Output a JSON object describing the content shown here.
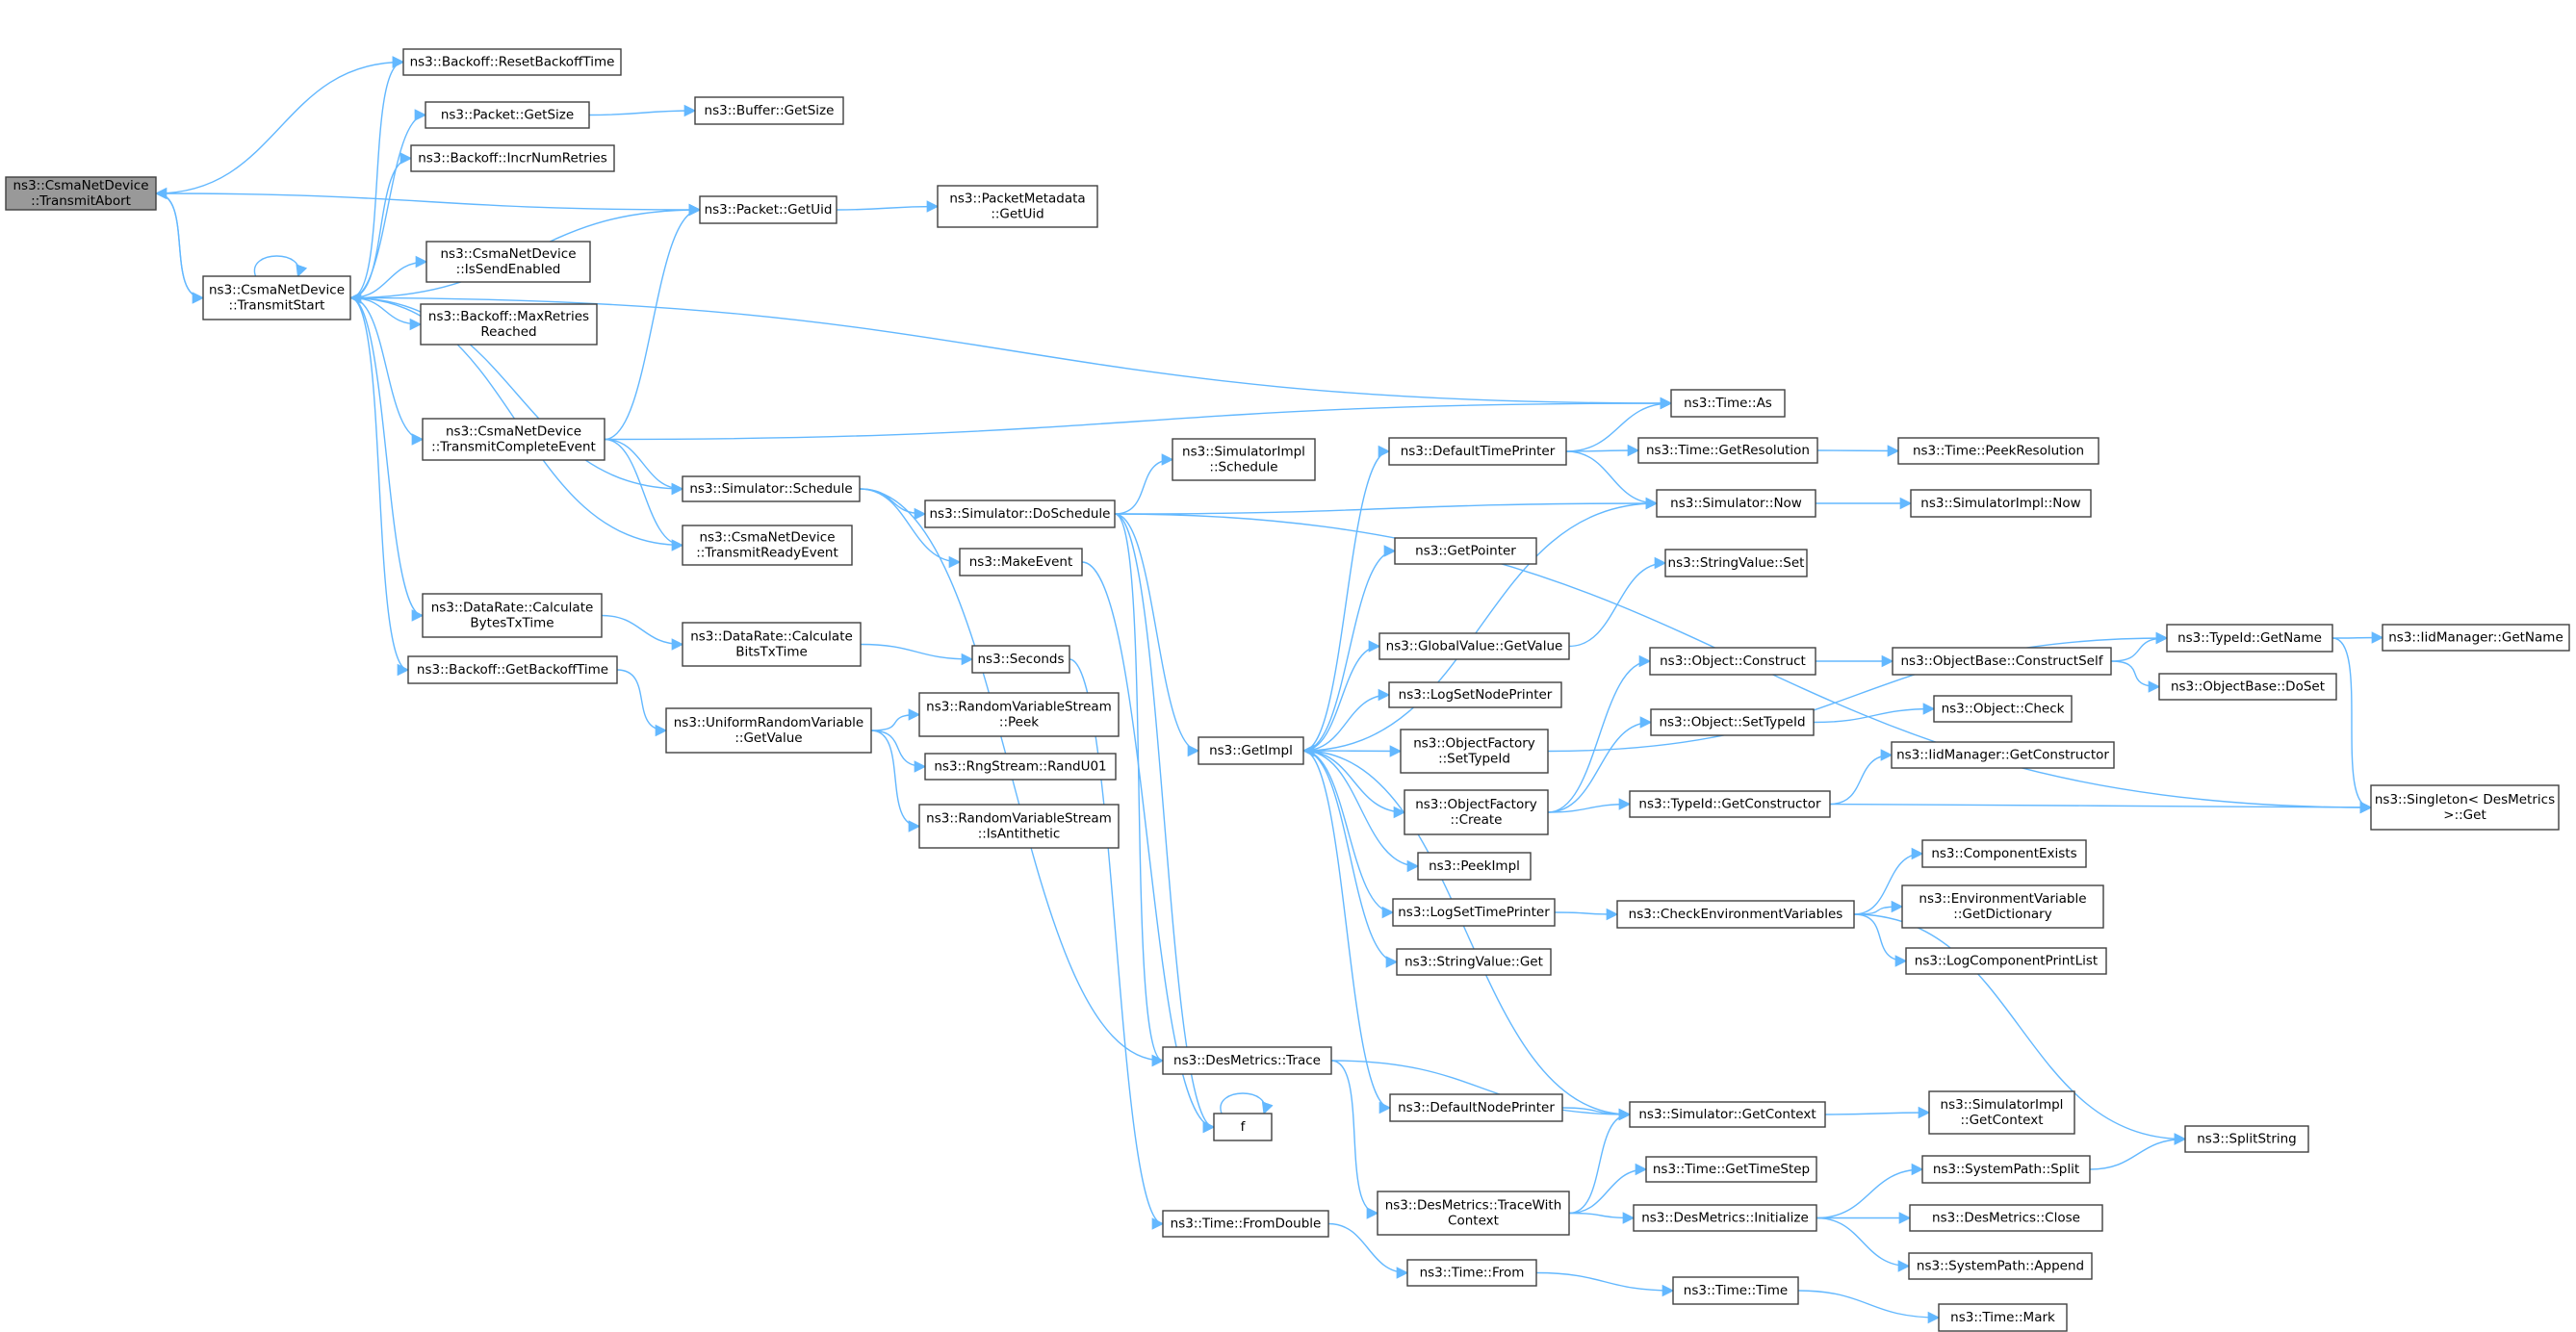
{
  "colors": {
    "edge": "#63b8ff",
    "node_fill": "#ffffff",
    "root_fill": "#999999",
    "border_default": "#404040",
    "border_red": "#ff0000"
  },
  "nodes": [
    {
      "id": "n_root",
      "lines": [
        "ns3::CsmaNetDevice",
        "::TransmitAbort"
      ],
      "style": "root"
    },
    {
      "id": "n_tstart",
      "lines": [
        "ns3::CsmaNetDevice",
        "::TransmitStart"
      ],
      "style": "normal"
    },
    {
      "id": "n_reset",
      "lines": [
        "ns3::Backoff::ResetBackoffTime"
      ],
      "style": "normal"
    },
    {
      "id": "n_psize",
      "lines": [
        "ns3::Packet::GetSize"
      ],
      "style": "normal"
    },
    {
      "id": "n_bsize",
      "lines": [
        "ns3::Buffer::GetSize"
      ],
      "style": "normal"
    },
    {
      "id": "n_incr",
      "lines": [
        "ns3::Backoff::IncrNumRetries"
      ],
      "style": "normal"
    },
    {
      "id": "n_puid",
      "lines": [
        "ns3::Packet::GetUid"
      ],
      "style": "normal"
    },
    {
      "id": "n_pmuid",
      "lines": [
        "ns3::PacketMetadata",
        "::GetUid"
      ],
      "style": "normal"
    },
    {
      "id": "n_issend",
      "lines": [
        "ns3::CsmaNetDevice",
        "::IsSendEnabled"
      ],
      "style": "normal"
    },
    {
      "id": "n_maxret",
      "lines": [
        "ns3::Backoff::MaxRetries",
        "Reached"
      ],
      "style": "normal"
    },
    {
      "id": "n_tce",
      "lines": [
        "ns3::CsmaNetDevice",
        "::TransmitCompleteEvent"
      ],
      "style": "normal"
    },
    {
      "id": "n_timeas",
      "lines": [
        "ns3::Time::As"
      ],
      "style": "normal"
    },
    {
      "id": "n_schedule",
      "lines": [
        "ns3::Simulator::Schedule"
      ],
      "style": "normal"
    },
    {
      "id": "n_tre",
      "lines": [
        "ns3::CsmaNetDevice",
        "::TransmitReadyEvent"
      ],
      "style": "normal"
    },
    {
      "id": "n_dosched",
      "lines": [
        "ns3::Simulator::DoSchedule"
      ],
      "style": "normal"
    },
    {
      "id": "n_simimplsched",
      "lines": [
        "ns3::SimulatorImpl",
        "::Schedule"
      ],
      "style": "normal"
    },
    {
      "id": "n_mkevent",
      "lines": [
        "ns3::MakeEvent"
      ],
      "style": "normal"
    },
    {
      "id": "n_drbytes",
      "lines": [
        "ns3::DataRate::Calculate",
        "BytesTxTime"
      ],
      "style": "normal"
    },
    {
      "id": "n_drbits",
      "lines": [
        "ns3::DataRate::Calculate",
        "BitsTxTime"
      ],
      "style": "normal"
    },
    {
      "id": "n_seconds",
      "lines": [
        "ns3::Seconds"
      ],
      "style": "normal"
    },
    {
      "id": "n_getbackoff",
      "lines": [
        "ns3::Backoff::GetBackoffTime"
      ],
      "style": "normal"
    },
    {
      "id": "n_urvget",
      "lines": [
        "ns3::UniformRandomVariable",
        "::GetValue"
      ],
      "style": "normal"
    },
    {
      "id": "n_rvspeek",
      "lines": [
        "ns3::RandomVariableStream",
        "::Peek"
      ],
      "style": "normal"
    },
    {
      "id": "n_randu01",
      "lines": [
        "ns3::RngStream::RandU01"
      ],
      "style": "normal"
    },
    {
      "id": "n_rvsanti",
      "lines": [
        "ns3::RandomVariableStream",
        "::IsAntithetic"
      ],
      "style": "normal"
    },
    {
      "id": "n_getimpl",
      "lines": [
        "ns3::GetImpl"
      ],
      "style": "normal"
    },
    {
      "id": "n_dtp",
      "lines": [
        "ns3::DefaultTimePrinter"
      ],
      "style": "normal"
    },
    {
      "id": "n_getres",
      "lines": [
        "ns3::Time::GetResolution"
      ],
      "style": "normal"
    },
    {
      "id": "n_peekres",
      "lines": [
        "ns3::Time::PeekResolution"
      ],
      "style": "red"
    },
    {
      "id": "n_simnow",
      "lines": [
        "ns3::Simulator::Now"
      ],
      "style": "normal"
    },
    {
      "id": "n_simimplnow",
      "lines": [
        "ns3::SimulatorImpl::Now"
      ],
      "style": "normal"
    },
    {
      "id": "n_getptr",
      "lines": [
        "ns3::GetPointer"
      ],
      "style": "normal"
    },
    {
      "id": "n_svset",
      "lines": [
        "ns3::StringValue::Set"
      ],
      "style": "normal"
    },
    {
      "id": "n_gvget",
      "lines": [
        "ns3::GlobalValue::GetValue"
      ],
      "style": "normal"
    },
    {
      "id": "n_lsnp",
      "lines": [
        "ns3::LogSetNodePrinter"
      ],
      "style": "normal"
    },
    {
      "id": "n_ofsettid",
      "lines": [
        "ns3::ObjectFactory",
        "::SetTypeId"
      ],
      "style": "normal"
    },
    {
      "id": "n_ofcreate",
      "lines": [
        "ns3::ObjectFactory",
        "::Create"
      ],
      "style": "normal"
    },
    {
      "id": "n_peekimpl",
      "lines": [
        "ns3::PeekImpl"
      ],
      "style": "normal"
    },
    {
      "id": "n_lstp",
      "lines": [
        "ns3::LogSetTimePrinter"
      ],
      "style": "normal"
    },
    {
      "id": "n_svget",
      "lines": [
        "ns3::StringValue::Get"
      ],
      "style": "normal"
    },
    {
      "id": "n_objcons",
      "lines": [
        "ns3::Object::Construct"
      ],
      "style": "normal"
    },
    {
      "id": "n_obconsself",
      "lines": [
        "ns3::ObjectBase::ConstructSelf"
      ],
      "style": "red"
    },
    {
      "id": "n_obdoset",
      "lines": [
        "ns3::ObjectBase::DoSet"
      ],
      "style": "normal"
    },
    {
      "id": "n_tidname",
      "lines": [
        "ns3::TypeId::GetName"
      ],
      "style": "normal"
    },
    {
      "id": "n_iidname",
      "lines": [
        "ns3::IidManager::GetName"
      ],
      "style": "red"
    },
    {
      "id": "n_objsettid",
      "lines": [
        "ns3::Object::SetTypeId"
      ],
      "style": "normal"
    },
    {
      "id": "n_objcheck",
      "lines": [
        "ns3::Object::Check"
      ],
      "style": "red"
    },
    {
      "id": "n_tidgetcons",
      "lines": [
        "ns3::TypeId::GetConstructor"
      ],
      "style": "normal"
    },
    {
      "id": "n_iidgetcons",
      "lines": [
        "ns3::IidManager::GetConstructor"
      ],
      "style": "red"
    },
    {
      "id": "n_singleton",
      "lines": [
        "ns3::Singleton< DesMetrics",
        ">::Get"
      ],
      "style": "normal"
    },
    {
      "id": "n_checkenv",
      "lines": [
        "ns3::CheckEnvironmentVariables"
      ],
      "style": "normal"
    },
    {
      "id": "n_compexists",
      "lines": [
        "ns3::ComponentExists"
      ],
      "style": "red"
    },
    {
      "id": "n_envgetdict",
      "lines": [
        "ns3::EnvironmentVariable",
        "::GetDictionary"
      ],
      "style": "red"
    },
    {
      "id": "n_logcomp",
      "lines": [
        "ns3::LogComponentPrintList"
      ],
      "style": "red"
    },
    {
      "id": "n_dmtrace",
      "lines": [
        "ns3::DesMetrics::Trace"
      ],
      "style": "normal"
    },
    {
      "id": "n_f",
      "lines": [
        "f"
      ],
      "style": "normal"
    },
    {
      "id": "n_dnp",
      "lines": [
        "ns3::DefaultNodePrinter"
      ],
      "style": "normal"
    },
    {
      "id": "n_simgetctx",
      "lines": [
        "ns3::Simulator::GetContext"
      ],
      "style": "normal"
    },
    {
      "id": "n_simimplctx",
      "lines": [
        "ns3::SimulatorImpl",
        "::GetContext"
      ],
      "style": "normal"
    },
    {
      "id": "n_dmtracectx",
      "lines": [
        "ns3::DesMetrics::TraceWith",
        "Context"
      ],
      "style": "normal"
    },
    {
      "id": "n_timestep",
      "lines": [
        "ns3::Time::GetTimeStep"
      ],
      "style": "normal"
    },
    {
      "id": "n_dminit",
      "lines": [
        "ns3::DesMetrics::Initialize"
      ],
      "style": "normal"
    },
    {
      "id": "n_spsplit",
      "lines": [
        "ns3::SystemPath::Split"
      ],
      "style": "normal"
    },
    {
      "id": "n_splitstr",
      "lines": [
        "ns3::SplitString"
      ],
      "style": "normal"
    },
    {
      "id": "n_dmclose",
      "lines": [
        "ns3::DesMetrics::Close"
      ],
      "style": "normal"
    },
    {
      "id": "n_spappend",
      "lines": [
        "ns3::SystemPath::Append"
      ],
      "style": "normal"
    },
    {
      "id": "n_fromdouble",
      "lines": [
        "ns3::Time::FromDouble"
      ],
      "style": "normal"
    },
    {
      "id": "n_timefrom",
      "lines": [
        "ns3::Time::From"
      ],
      "style": "normal"
    },
    {
      "id": "n_timetime",
      "lines": [
        "ns3::Time::Time"
      ],
      "style": "normal"
    },
    {
      "id": "n_timemark",
      "lines": [
        "ns3::Time::Mark"
      ],
      "style": "normal"
    }
  ],
  "edges": [
    [
      "n_root",
      "n_reset"
    ],
    [
      "n_root",
      "n_puid"
    ],
    [
      "n_root",
      "n_tstart"
    ],
    [
      "n_tstart",
      "n_root"
    ],
    [
      "n_tstart",
      "n_tstart"
    ],
    [
      "n_tstart",
      "n_reset"
    ],
    [
      "n_tstart",
      "n_psize"
    ],
    [
      "n_tstart",
      "n_incr"
    ],
    [
      "n_tstart",
      "n_puid"
    ],
    [
      "n_tstart",
      "n_issend"
    ],
    [
      "n_tstart",
      "n_maxret"
    ],
    [
      "n_tstart",
      "n_tce"
    ],
    [
      "n_tstart",
      "n_timeas"
    ],
    [
      "n_tstart",
      "n_schedule"
    ],
    [
      "n_tstart",
      "n_drbytes"
    ],
    [
      "n_tstart",
      "n_getbackoff"
    ],
    [
      "n_psize",
      "n_bsize"
    ],
    [
      "n_puid",
      "n_pmuid"
    ],
    [
      "n_tce",
      "n_puid"
    ],
    [
      "n_tce",
      "n_timeas"
    ],
    [
      "n_tce",
      "n_schedule"
    ],
    [
      "n_tce",
      "n_tre"
    ],
    [
      "n_tre",
      "n_tstart"
    ],
    [
      "n_schedule",
      "n_dosched"
    ],
    [
      "n_schedule",
      "n_mkevent"
    ],
    [
      "n_schedule",
      "n_dmtrace"
    ],
    [
      "n_dosched",
      "n_simimplsched"
    ],
    [
      "n_dosched",
      "n_simnow"
    ],
    [
      "n_dosched",
      "n_getimpl"
    ],
    [
      "n_dosched",
      "n_singleton"
    ],
    [
      "n_dosched",
      "n_dmtrace"
    ],
    [
      "n_dosched",
      "n_f"
    ],
    [
      "n_mkevent",
      "n_f"
    ],
    [
      "n_drbytes",
      "n_drbits"
    ],
    [
      "n_drbits",
      "n_seconds"
    ],
    [
      "n_seconds",
      "n_fromdouble"
    ],
    [
      "n_getbackoff",
      "n_urvget"
    ],
    [
      "n_urvget",
      "n_rvspeek"
    ],
    [
      "n_urvget",
      "n_randu01"
    ],
    [
      "n_urvget",
      "n_rvsanti"
    ],
    [
      "n_getimpl",
      "n_dtp"
    ],
    [
      "n_getimpl",
      "n_getptr"
    ],
    [
      "n_getimpl",
      "n_gvget"
    ],
    [
      "n_getimpl",
      "n_lsnp"
    ],
    [
      "n_getimpl",
      "n_ofsettid"
    ],
    [
      "n_getimpl",
      "n_ofcreate"
    ],
    [
      "n_getimpl",
      "n_peekimpl"
    ],
    [
      "n_getimpl",
      "n_lstp"
    ],
    [
      "n_getimpl",
      "n_svget"
    ],
    [
      "n_getimpl",
      "n_dnp"
    ],
    [
      "n_simnow",
      "n_getimpl"
    ],
    [
      "n_simnow",
      "n_simimplnow"
    ],
    [
      "n_dtp",
      "n_timeas"
    ],
    [
      "n_dtp",
      "n_getres"
    ],
    [
      "n_dtp",
      "n_simnow"
    ],
    [
      "n_getres",
      "n_peekres"
    ],
    [
      "n_gvget",
      "n_svset"
    ],
    [
      "n_ofsettid",
      "n_tidname"
    ],
    [
      "n_ofcreate",
      "n_objcons"
    ],
    [
      "n_ofcreate",
      "n_objsettid"
    ],
    [
      "n_ofcreate",
      "n_tidgetcons"
    ],
    [
      "n_objcons",
      "n_obconsself"
    ],
    [
      "n_obconsself",
      "n_tidname"
    ],
    [
      "n_obconsself",
      "n_obdoset"
    ],
    [
      "n_objsettid",
      "n_objcheck"
    ],
    [
      "n_tidgetcons",
      "n_iidgetcons"
    ],
    [
      "n_tidgetcons",
      "n_singleton"
    ],
    [
      "n_tidname",
      "n_iidname"
    ],
    [
      "n_tidname",
      "n_singleton"
    ],
    [
      "n_lstp",
      "n_checkenv"
    ],
    [
      "n_checkenv",
      "n_compexists"
    ],
    [
      "n_checkenv",
      "n_envgetdict"
    ],
    [
      "n_checkenv",
      "n_logcomp"
    ],
    [
      "n_checkenv",
      "n_splitstr"
    ],
    [
      "n_dmtrace",
      "n_simgetctx"
    ],
    [
      "n_dmtrace",
      "n_dmtracectx"
    ],
    [
      "n_dnp",
      "n_simgetctx"
    ],
    [
      "n_simgetctx",
      "n_getimpl"
    ],
    [
      "n_simgetctx",
      "n_simimplctx"
    ],
    [
      "n_dmtracectx",
      "n_simgetctx"
    ],
    [
      "n_dmtracectx",
      "n_timestep"
    ],
    [
      "n_dmtracectx",
      "n_dminit"
    ],
    [
      "n_dminit",
      "n_spsplit"
    ],
    [
      "n_dminit",
      "n_dmclose"
    ],
    [
      "n_dminit",
      "n_spappend"
    ],
    [
      "n_spsplit",
      "n_splitstr"
    ],
    [
      "n_f",
      "n_f"
    ],
    [
      "n_fromdouble",
      "n_timefrom"
    ],
    [
      "n_timefrom",
      "n_timetime"
    ],
    [
      "n_timetime",
      "n_timemark"
    ]
  ]
}
